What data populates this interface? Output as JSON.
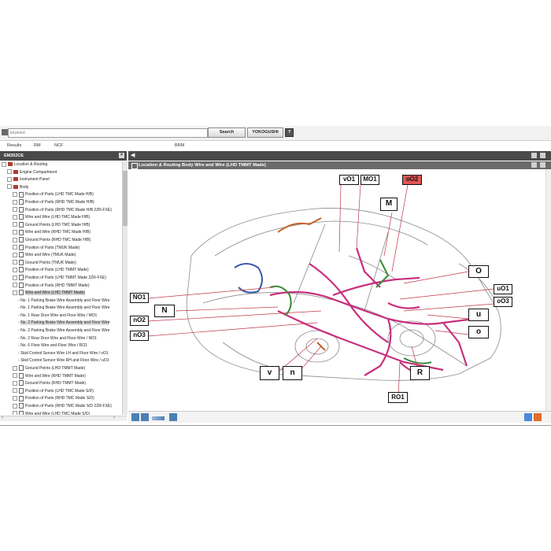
{
  "search": {
    "placeholder": "keyword",
    "search_label": "Search",
    "yokogushi_label": "YOKOGUSHI",
    "help_label": "?"
  },
  "tabs": [
    "Results",
    "RM",
    "NCF",
    "BRM"
  ],
  "left_panel": {
    "title": "EM352CE",
    "close": "×",
    "tree": [
      {
        "label": "Location & Routing",
        "level": 0,
        "icon": "book"
      },
      {
        "label": "Engine Compartment",
        "level": 1,
        "icon": "book"
      },
      {
        "label": "Instrument Panel",
        "level": 1,
        "icon": "book"
      },
      {
        "label": "Body",
        "level": 1,
        "icon": "book"
      },
      {
        "label": "Position of Parts (LHD TMC Made H/B)",
        "level": 2,
        "icon": "doc"
      },
      {
        "label": "Position of Parts (RHD TMC Made H/B)",
        "level": 2,
        "icon": "doc"
      },
      {
        "label": "Position of Parts (RHD TMC Made H/B 2ZR-FXE)",
        "level": 2,
        "icon": "doc"
      },
      {
        "label": "Wire and Wire (LHD TMC Made H/B)",
        "level": 2,
        "icon": "doc"
      },
      {
        "label": "Ground Points (LHD TMC Made H/B)",
        "level": 2,
        "icon": "doc"
      },
      {
        "label": "Wire and Wire (RHD TMC Made H/B)",
        "level": 2,
        "icon": "doc"
      },
      {
        "label": "Ground Points (RHD TMC Made H/B)",
        "level": 2,
        "icon": "doc"
      },
      {
        "label": "Position of Parts (TMUK Made)",
        "level": 2,
        "icon": "doc"
      },
      {
        "label": "Wire and Wire (TMUK Made)",
        "level": 2,
        "icon": "doc"
      },
      {
        "label": "Ground Points (TMUK Made)",
        "level": 2,
        "icon": "doc"
      },
      {
        "label": "Position of Parts (LHD TMMT Made)",
        "level": 2,
        "icon": "doc"
      },
      {
        "label": "Position of Parts (LHD TMMT Made 2ZR-FXE)",
        "level": 2,
        "icon": "doc"
      },
      {
        "label": "Position of Parts (RHD TMMT Made)",
        "level": 2,
        "icon": "doc"
      },
      {
        "label": "Wire and Wire (LHD TMMT Made)",
        "level": 2,
        "icon": "doc",
        "selected": true
      },
      {
        "label": "No. 1 Parking Brake Wire Assembly and Floor Wire",
        "level": 3,
        "icon": "none"
      },
      {
        "label": "No. 1 Parking Brake Wire Assembly and Floor Wire",
        "level": 3,
        "icon": "none"
      },
      {
        "label": "No. 1 Rear Door Wire and Floor Wire / MO1",
        "level": 3,
        "icon": "none"
      },
      {
        "label": "No. 2 Parking Brake Wire Assembly and Floor Wire",
        "level": 3,
        "icon": "none",
        "highlight": true
      },
      {
        "label": "No. 2 Parking Brake Wire Assembly and Floor Wire",
        "level": 3,
        "icon": "none"
      },
      {
        "label": "No. 2 Rear Door Wire and Floor Wire / NO1",
        "level": 3,
        "icon": "none"
      },
      {
        "label": "No. 6 Floor Wire and Floor Wire / RO1",
        "level": 3,
        "icon": "none"
      },
      {
        "label": "Skid Control Sensor Wire LH and Floor Wire / vO1",
        "level": 3,
        "icon": "none"
      },
      {
        "label": "Skid Control Sensor Wire RH and Floor Wire / uO1",
        "level": 3,
        "icon": "none"
      },
      {
        "label": "Ground Points (LHD TMMT Made)",
        "level": 2,
        "icon": "doc"
      },
      {
        "label": "Wire and Wire (RHD TMMT Made)",
        "level": 2,
        "icon": "doc"
      },
      {
        "label": "Ground Points (RHD TMMT Made)",
        "level": 2,
        "icon": "doc"
      },
      {
        "label": "Position of Parts (LHD TMC Made S/D)",
        "level": 2,
        "icon": "doc"
      },
      {
        "label": "Position of Parts (RHD TMC Made S/D)",
        "level": 2,
        "icon": "doc"
      },
      {
        "label": "Position of Parts (RHD TMC Made S/D 2ZR-FXE)",
        "level": 2,
        "icon": "doc"
      },
      {
        "label": "Wire and Wire (LHD TMC Made S/D)",
        "level": 2,
        "icon": "doc"
      }
    ]
  },
  "content": {
    "title": "Location & Routing  Body  Wire and Wire (LHD TMMT Made)",
    "callouts": [
      {
        "label": "vO1",
        "kind": "normal"
      },
      {
        "label": "MO1",
        "kind": "normal"
      },
      {
        "label": "oO2",
        "kind": "highlight"
      },
      {
        "label": "M",
        "kind": "normal"
      },
      {
        "label": "O",
        "kind": "normal"
      },
      {
        "label": "uO1",
        "kind": "normal"
      },
      {
        "label": "oO3",
        "kind": "normal"
      },
      {
        "label": "NO1",
        "kind": "normal"
      },
      {
        "label": "N",
        "kind": "normal"
      },
      {
        "label": "nO2",
        "kind": "normal"
      },
      {
        "label": "nO3",
        "kind": "normal"
      },
      {
        "label": "u",
        "kind": "normal"
      },
      {
        "label": "o",
        "kind": "normal"
      },
      {
        "label": "v",
        "kind": "normal"
      },
      {
        "label": "n",
        "kind": "normal"
      },
      {
        "label": "R",
        "kind": "normal"
      },
      {
        "label": "RO1",
        "kind": "normal"
      }
    ]
  },
  "colors": {
    "harness_pink": "#c8307e",
    "harness_green": "#3a8a3a",
    "harness_blue": "#3a5aa8",
    "harness_orange": "#c8602a",
    "highlight_red": "#e05555"
  }
}
